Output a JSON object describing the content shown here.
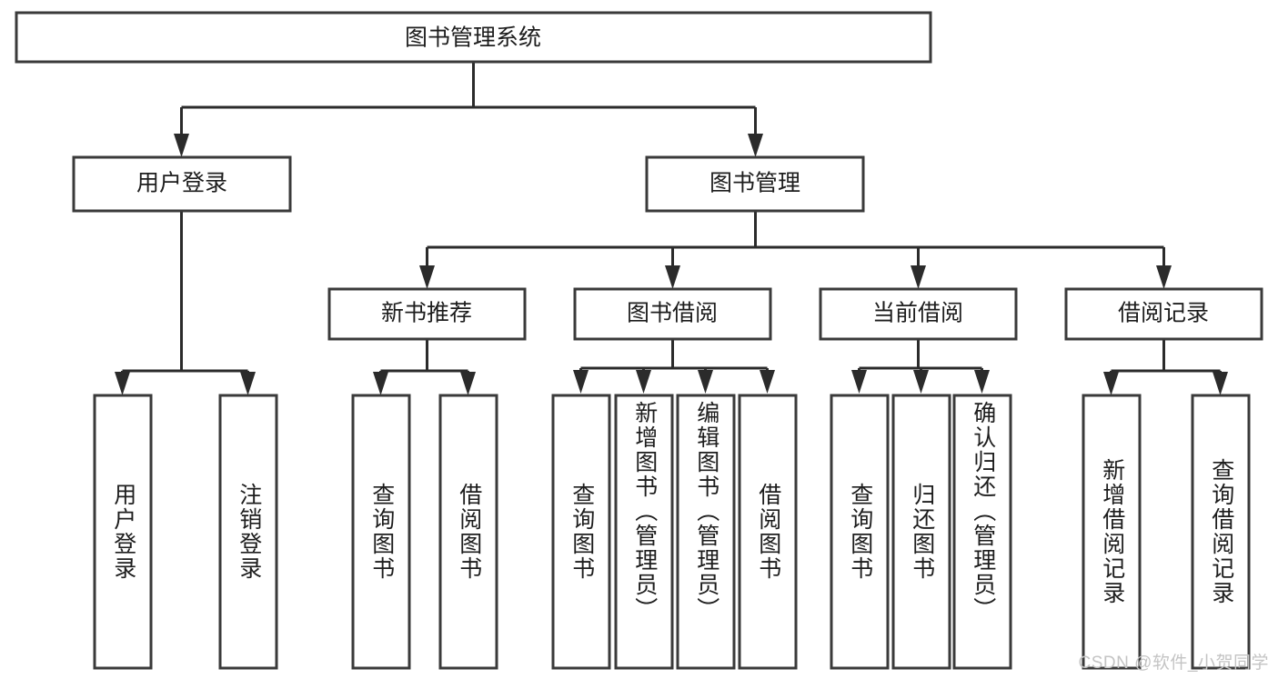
{
  "diagram": {
    "type": "tree",
    "title": "图书管理系统",
    "watermark": "CSDN @软件_小贺同学",
    "colors": {
      "box_stroke": "#3a3a3a",
      "edge": "#2b2b2b",
      "background": "#ffffff",
      "text": "#1d1d1d",
      "watermark": "#c4c4c4"
    },
    "levels": {
      "root": {
        "label": "图书管理系统"
      },
      "level2": [
        {
          "label": "用户登录"
        },
        {
          "label": "图书管理"
        }
      ],
      "level3": [
        {
          "label": "新书推荐"
        },
        {
          "label": "图书借阅"
        },
        {
          "label": "当前借阅"
        },
        {
          "label": "借阅记录"
        }
      ]
    },
    "nodes": {
      "root": "图书管理系统",
      "user_login": "用户登录",
      "book_manage": "图书管理",
      "new_book_rec": "新书推荐",
      "book_borrow": "图书借阅",
      "current_borrow": "当前借阅",
      "borrow_record": "借阅记录",
      "leaf_user_login": "用户登录",
      "leaf_logout": "注销登录",
      "leaf_query_book_1": "查询图书",
      "leaf_borrow_book_1": "借阅图书",
      "leaf_query_book_2": "查询图书",
      "leaf_add_book_admin": "新增图书（管理员）",
      "leaf_edit_book_admin": "编辑图书（管理员）",
      "leaf_borrow_book_2": "借阅图书",
      "leaf_query_book_3": "查询图书",
      "leaf_return_book": "归还图书",
      "leaf_confirm_return_admin": "确认归还（管理员）",
      "leaf_add_record": "新增借阅记录",
      "leaf_query_record": "查询借阅记录"
    },
    "edges": [
      {
        "from": "root",
        "to": "user_login"
      },
      {
        "from": "root",
        "to": "book_manage"
      },
      {
        "from": "user_login",
        "to": "leaf_user_login"
      },
      {
        "from": "user_login",
        "to": "leaf_logout"
      },
      {
        "from": "book_manage",
        "to": "new_book_rec"
      },
      {
        "from": "book_manage",
        "to": "book_borrow"
      },
      {
        "from": "book_manage",
        "to": "current_borrow"
      },
      {
        "from": "book_manage",
        "to": "borrow_record"
      },
      {
        "from": "new_book_rec",
        "to": "leaf_query_book_1"
      },
      {
        "from": "new_book_rec",
        "to": "leaf_borrow_book_1"
      },
      {
        "from": "book_borrow",
        "to": "leaf_query_book_2"
      },
      {
        "from": "book_borrow",
        "to": "leaf_add_book_admin"
      },
      {
        "from": "book_borrow",
        "to": "leaf_edit_book_admin"
      },
      {
        "from": "book_borrow",
        "to": "leaf_borrow_book_2"
      },
      {
        "from": "current_borrow",
        "to": "leaf_query_book_3"
      },
      {
        "from": "current_borrow",
        "to": "leaf_return_book"
      },
      {
        "from": "current_borrow",
        "to": "leaf_confirm_return_admin"
      },
      {
        "from": "borrow_record",
        "to": "leaf_add_record"
      },
      {
        "from": "borrow_record",
        "to": "leaf_query_record"
      }
    ]
  }
}
